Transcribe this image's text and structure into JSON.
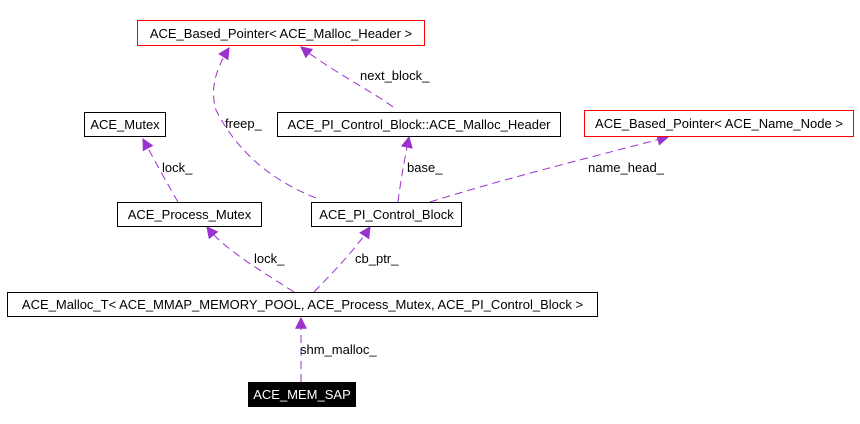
{
  "colors": {
    "edge": "#9a32cd",
    "node_border": "#000000",
    "template_border": "#ff0000",
    "focus_fill": "#000000",
    "focus_text": "#ffffff"
  },
  "nodes": {
    "based_pointer_malloc_header": "ACE_Based_Pointer< ACE_Malloc_Header >",
    "mutex": "ACE_Mutex",
    "pi_malloc_header": "ACE_PI_Control_Block::ACE_Malloc_Header",
    "based_pointer_name_node": "ACE_Based_Pointer< ACE_Name_Node >",
    "process_mutex": "ACE_Process_Mutex",
    "pi_control_block": "ACE_PI_Control_Block",
    "malloc_t": "ACE_Malloc_T< ACE_MMAP_MEMORY_POOL, ACE_Process_Mutex, ACE_PI_Control_Block >",
    "mem_sap": "ACE_MEM_SAP"
  },
  "edge_labels": {
    "freep": "freep_",
    "next_block": "next_block_",
    "mutex_lock": "lock_",
    "base": "base_",
    "name_head": "name_head_",
    "process_lock": "lock_",
    "cb_ptr": "cb_ptr_",
    "shm_malloc": "shm_malloc_"
  }
}
